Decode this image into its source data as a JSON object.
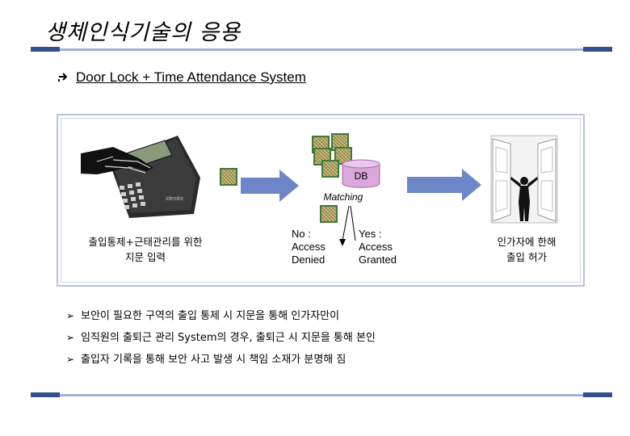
{
  "title": "생체인식기술의 응용",
  "subtitle": {
    "icon": "arrow-right-icon",
    "text": "Door Lock + Time Attendance System"
  },
  "diagram": {
    "input_label_line1": "출입통제+근태관리를 위한",
    "input_label_line2": "지문 입력",
    "db_label": "DB",
    "matching_label": "Matching",
    "no_line1": "No :",
    "no_line2": "Access",
    "no_line3": "Denied",
    "yes_line1": "Yes :",
    "yes_line2": "Access",
    "yes_line3": "Granted",
    "output_label_line1": "인가자에 한해",
    "output_label_line2": "출입 허가",
    "device_brand": "Idenitix"
  },
  "bullets": [
    "보안이 필요한 구역의 출입 통제 시 지문을 통해 인가자만이",
    "임직원의 출퇴근 관리 System의 경우, 출퇴근 시 지문을 통해 본인",
    "출입자 기록을 통해 보안 사고 발생 시 책임 소재가 분명해 짐"
  ],
  "colors": {
    "rule_dark": "#34508a",
    "rule_light": "#9fb0d2",
    "frame": "#b9c3dc",
    "arrow": "#6d86c7",
    "db": "#d9a7d9"
  }
}
